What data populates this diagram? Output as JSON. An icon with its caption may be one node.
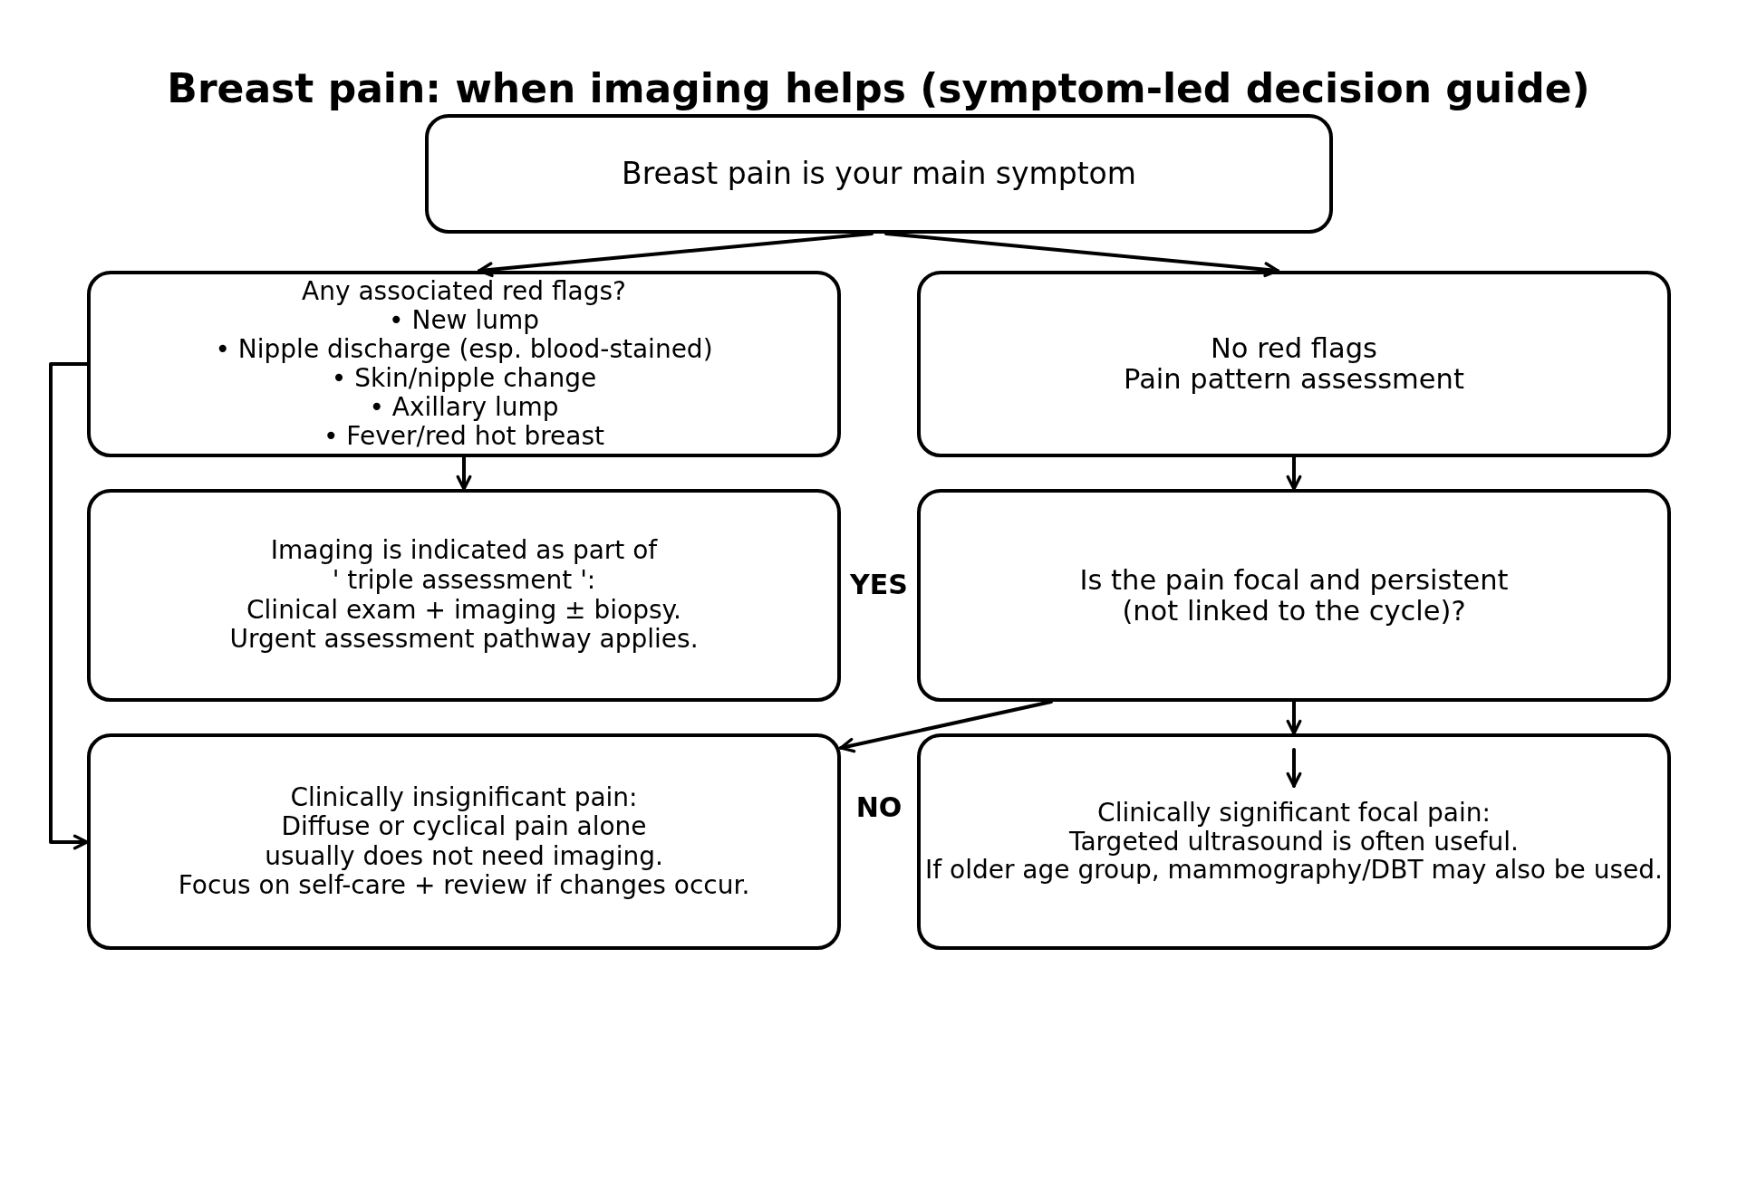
{
  "diagram": {
    "title": "Breast pain: when imaging helps (symptom-led decision guide)",
    "nodes": [
      {
        "text": [
          "Breast pain is your main symptom"
        ]
      },
      {
        "text": [
          "Any associated red flags?",
          "• New lump",
          "• Nipple discharge (esp. blood-stained)",
          "• Skin/nipple change",
          "• Axillary lump",
          "• Fever/red hot breast"
        ]
      },
      {
        "text": [
          "No red flags",
          "Pain pattern assessment"
        ]
      },
      {
        "text": [
          "Imaging is indicated as part of ' triple assessment ':",
          "Clinical exam + imaging ± biopsy.",
          "Urgent assessment pathway applies."
        ]
      },
      {
        "text": [
          "Is the pain focal and persistent (not linked to the cycle)?"
        ]
      },
      {
        "text": [
          "Clinically insignificant pain:",
          "Diffuse or cyclical pain alone usually does not need imaging.",
          "Focus on self-care + review if changes occur."
        ]
      },
      {
        "text": [
          "Clinically significant focal pain:",
          "Targeted ultrasound is often useful.",
          "If older age group, mammography/DBT may also be used."
        ]
      }
    ],
    "edges": [
      {
        "from": 0,
        "to": 1,
        "arrow": "to"
      },
      {
        "from": 0,
        "to": 2,
        "arrow": "to"
      },
      {
        "from": 1,
        "to": 3,
        "arrow": "to"
      },
      {
        "from": 2,
        "to": 4,
        "arrow": "to"
      },
      {
        "from": 1,
        "to": 5,
        "arrow": "to"
      },
      {
        "from": 4,
        "to": 6,
        "arrow": "to"
      },
      {
        "from": 4,
        "to": 5,
        "arrow": "to"
      },
      {
        "from": null,
        "to": 6,
        "arrow": "to"
      }
    ],
    "labels": [
      "YES",
      "NO"
    ]
  }
}
